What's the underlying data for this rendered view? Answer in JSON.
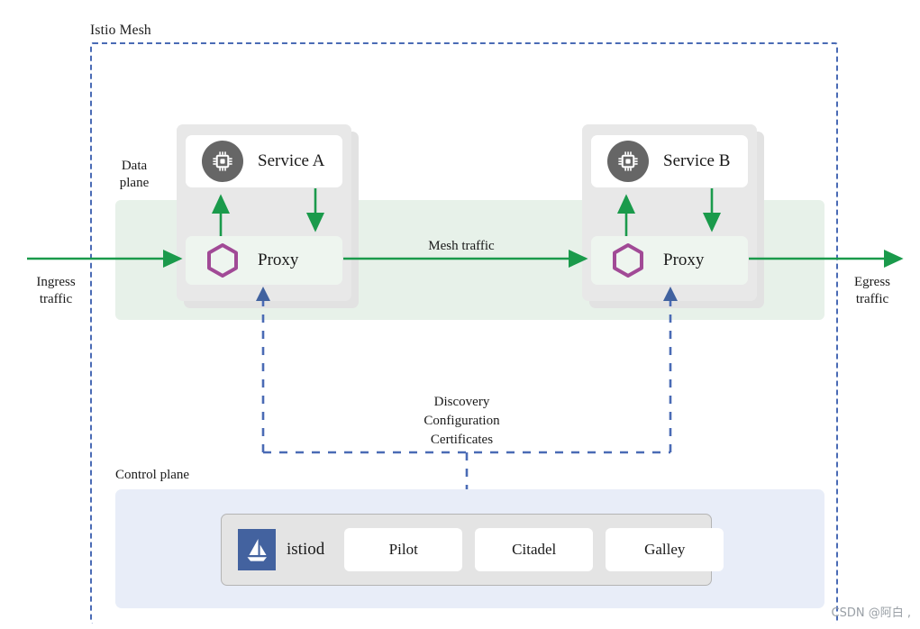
{
  "diagram": {
    "mesh_title": "Istio Mesh",
    "data_plane_label": "Data\nplane",
    "data_plane_label_line1": "Data",
    "data_plane_label_line2": "plane",
    "control_plane_label": "Control plane"
  },
  "traffic": {
    "ingress_line1": "Ingress",
    "ingress_line2": "traffic",
    "egress_line1": "Egress",
    "egress_line2": "traffic",
    "mesh_traffic": "Mesh traffic"
  },
  "control_signals": {
    "line1": "Discovery",
    "line2": "Configuration",
    "line3": "Certificates"
  },
  "pods": [
    {
      "service_label": "Service A",
      "service_icon": "cpu-chip-icon",
      "proxy_label": "Proxy",
      "proxy_icon": "hexagon-icon"
    },
    {
      "service_label": "Service B",
      "service_icon": "cpu-chip-icon",
      "proxy_label": "Proxy",
      "proxy_icon": "hexagon-icon"
    }
  ],
  "control_plane": {
    "brand_label": "istiod",
    "brand_icon": "istio-sailboat-logo",
    "components": [
      {
        "label": "Pilot"
      },
      {
        "label": "Citadel"
      },
      {
        "label": "Galley"
      }
    ]
  },
  "watermark": {
    "text": "CSDN @阿白 ,"
  },
  "colors": {
    "mesh_border": "#4a6bb5",
    "data_plane_band": "#e7f1e9",
    "control_plane_box": "#e8edf8",
    "pod_bg": "#e8e8e8",
    "traffic_arrow_green": "#1a9a4b",
    "control_arrow_blue": "#4a6bb5",
    "hexagon_purple": "#a14a96",
    "chip_circle_gray": "#666666",
    "istiod_logo_blue": "#43629f"
  }
}
